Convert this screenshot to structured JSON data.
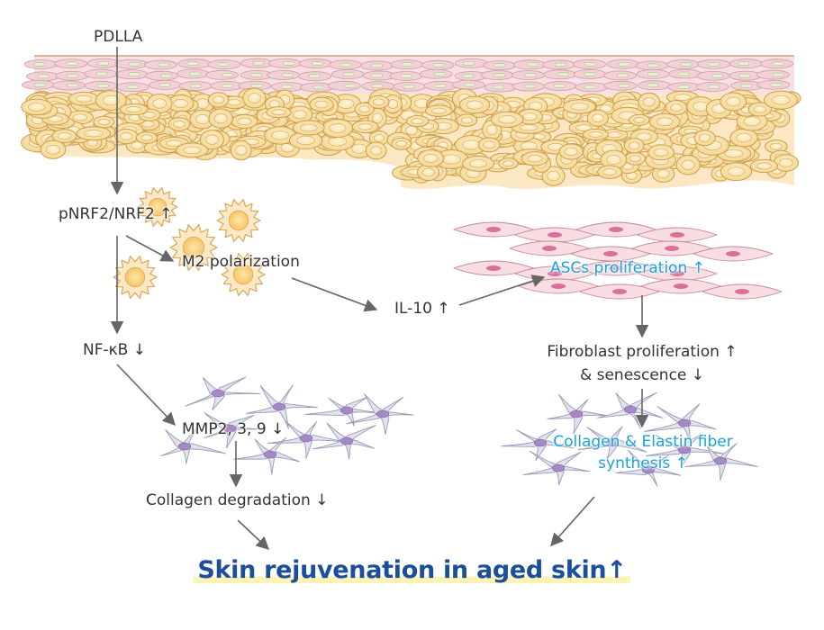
{
  "labels": {
    "pdlla": "PDLLA",
    "nrf2": "pNRF2/NRF2",
    "m2": "M2 polarization",
    "il10": "IL-10",
    "nfkb": "NF-κB",
    "mmp": "MMP2, 3, 9",
    "collagen_degradation": "Collagen degradation",
    "ascs": "ASCs proliferation",
    "fibro_line1": "Fibroblast proliferation",
    "fibro_line2": "& senescence",
    "synth_line1": "Collagen & Elastin fiber",
    "synth_line2": "synthesis",
    "title": "Skin rejuvenation in aged skin"
  },
  "arrows": {
    "up": "↑",
    "down": "↓"
  },
  "colors": {
    "cyan_text": "#1aa3d9",
    "title_blue": "#1b4e9b",
    "arrow_gray": "#666666"
  }
}
